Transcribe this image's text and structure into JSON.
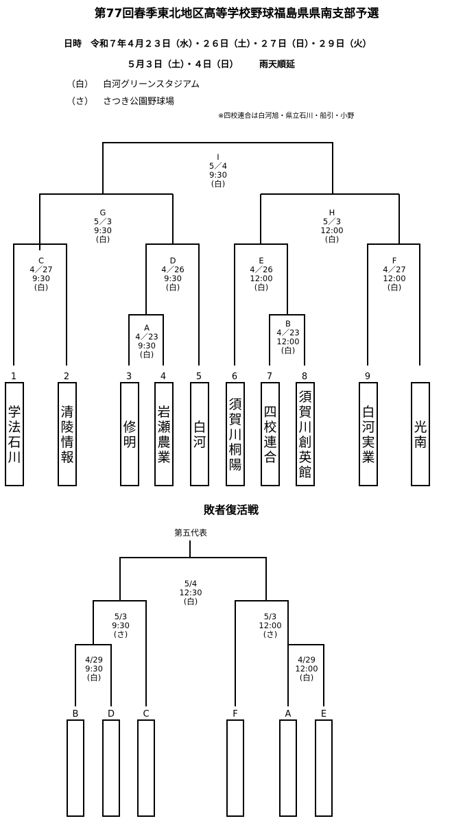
{
  "title": "第77回春季東北地区高等学校野球福島県県南支部予選",
  "schedule": {
    "line1": "日時　令和７年４月２３日（水）・２６日（土）・２７日（日）・２９日（火）",
    "line2_dates": "５月３日（土）・４日（日）",
    "line2_rain": "雨天順延"
  },
  "venues": [
    {
      "code": "（白）",
      "name": "白河グリーンスタジアム"
    },
    {
      "code": "（さ）",
      "name": "さつき公園野球場"
    }
  ],
  "note": "※四校連合は白河旭・県立石川・船引・小野",
  "main_matches": [
    {
      "id": "I",
      "date": "5／4",
      "time": "9:30",
      "venue": "(白)"
    },
    {
      "id": "G",
      "date": "5／3",
      "time": "9:30",
      "venue": "(白)"
    },
    {
      "id": "H",
      "date": "5／3",
      "time": "12:00",
      "venue": "(白)"
    },
    {
      "id": "C",
      "date": "4／27",
      "time": "9:30",
      "venue": "(白)"
    },
    {
      "id": "D",
      "date": "4／26",
      "time": "9:30",
      "venue": "(白)"
    },
    {
      "id": "E",
      "date": "4／26",
      "time": "12:00",
      "venue": "(白)"
    },
    {
      "id": "F",
      "date": "4／27",
      "time": "12:00",
      "venue": "(白)"
    },
    {
      "id": "A",
      "date": "4／23",
      "time": "9:30",
      "venue": "(白)"
    },
    {
      "id": "B",
      "date": "4／23",
      "time": "12:00",
      "venue": "(白)"
    }
  ],
  "teams": [
    {
      "num": "1",
      "name": "学法石川"
    },
    {
      "num": "2",
      "name": "清陵情報"
    },
    {
      "num": "3",
      "name": "修明"
    },
    {
      "num": "4",
      "name": "岩瀬農業"
    },
    {
      "num": "5",
      "name": "白河"
    },
    {
      "num": "6",
      "name": "須賀川桐陽"
    },
    {
      "num": "7",
      "name": "四校連合"
    },
    {
      "num": "8",
      "name": "須賀川創英館"
    },
    {
      "num": "9",
      "name": "白河実業"
    },
    {
      "num": "",
      "name": "光南"
    }
  ],
  "repechage": {
    "title": "敗者復活戦",
    "winner_label": "第五代表",
    "matches": [
      {
        "date": "5/4",
        "time": "12:30",
        "venue": "(白)"
      },
      {
        "date": "5/3",
        "time": "9:30",
        "venue": "(さ)"
      },
      {
        "date": "5/3",
        "time": "12:00",
        "venue": "(さ)"
      },
      {
        "date": "4/29",
        "time": "9:30",
        "venue": "(白)"
      },
      {
        "date": "4/29",
        "time": "12:00",
        "venue": "(白)"
      }
    ],
    "slots": [
      "B",
      "D",
      "C",
      "F",
      "A",
      "E"
    ]
  }
}
